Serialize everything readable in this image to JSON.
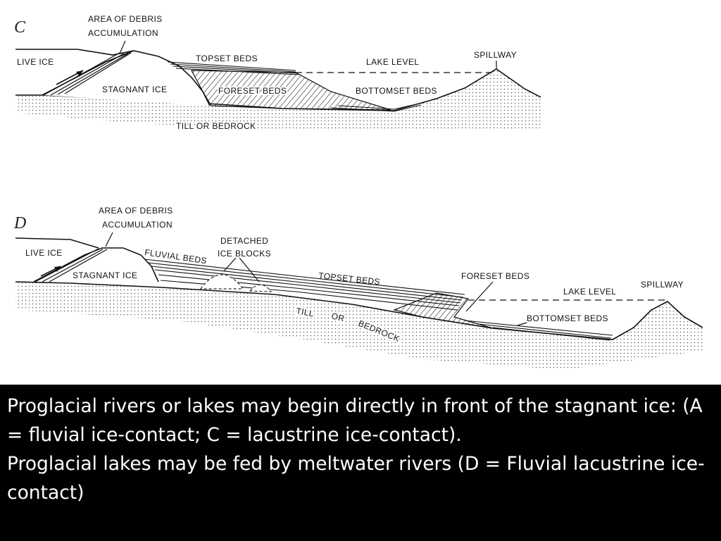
{
  "diagram_c": {
    "panel_letter": "C",
    "labels": {
      "debris_1": "AREA OF DEBRIS",
      "debris_2": "ACCUMULATION",
      "live_ice": "LIVE ICE",
      "topset": "TOPSET BEDS",
      "lake_level": "LAKE LEVEL",
      "spillway": "SPILLWAY",
      "stagnant_ice": "STAGNANT ICE",
      "foreset": "FORESET BEDS",
      "bottomset": "BOTTOMSET BEDS",
      "till": "TILL OR BEDROCK"
    }
  },
  "diagram_d": {
    "panel_letter": "D",
    "labels": {
      "debris_1": "AREA OF DEBRIS",
      "debris_2": "ACCUMULATION",
      "detached_1": "DETACHED",
      "detached_2": "ICE BLOCKS",
      "live_ice": "LIVE ICE",
      "fluvial": "FLUVIAL BEDS",
      "stagnant_ice": "STAGNANT ICE",
      "topset": "TOPSET BEDS",
      "foreset": "FORESET BEDS",
      "lake_level": "LAKE LEVEL",
      "spillway": "SPILLWAY",
      "bottomset": "BOTTOMSET BEDS",
      "till_1": "TILL",
      "till_2": "OR",
      "till_3": "BEDROCK"
    }
  },
  "caption": {
    "line1": "Proglacial rivers or lakes may begin directly in front of the stagnant ice: (A = fluvial ice-contact; C = lacustrine ice-contact).",
    "line2": "Proglacial lakes may be fed by meltwater rivers (D = Fluvial lacustrine ice-contact)"
  }
}
